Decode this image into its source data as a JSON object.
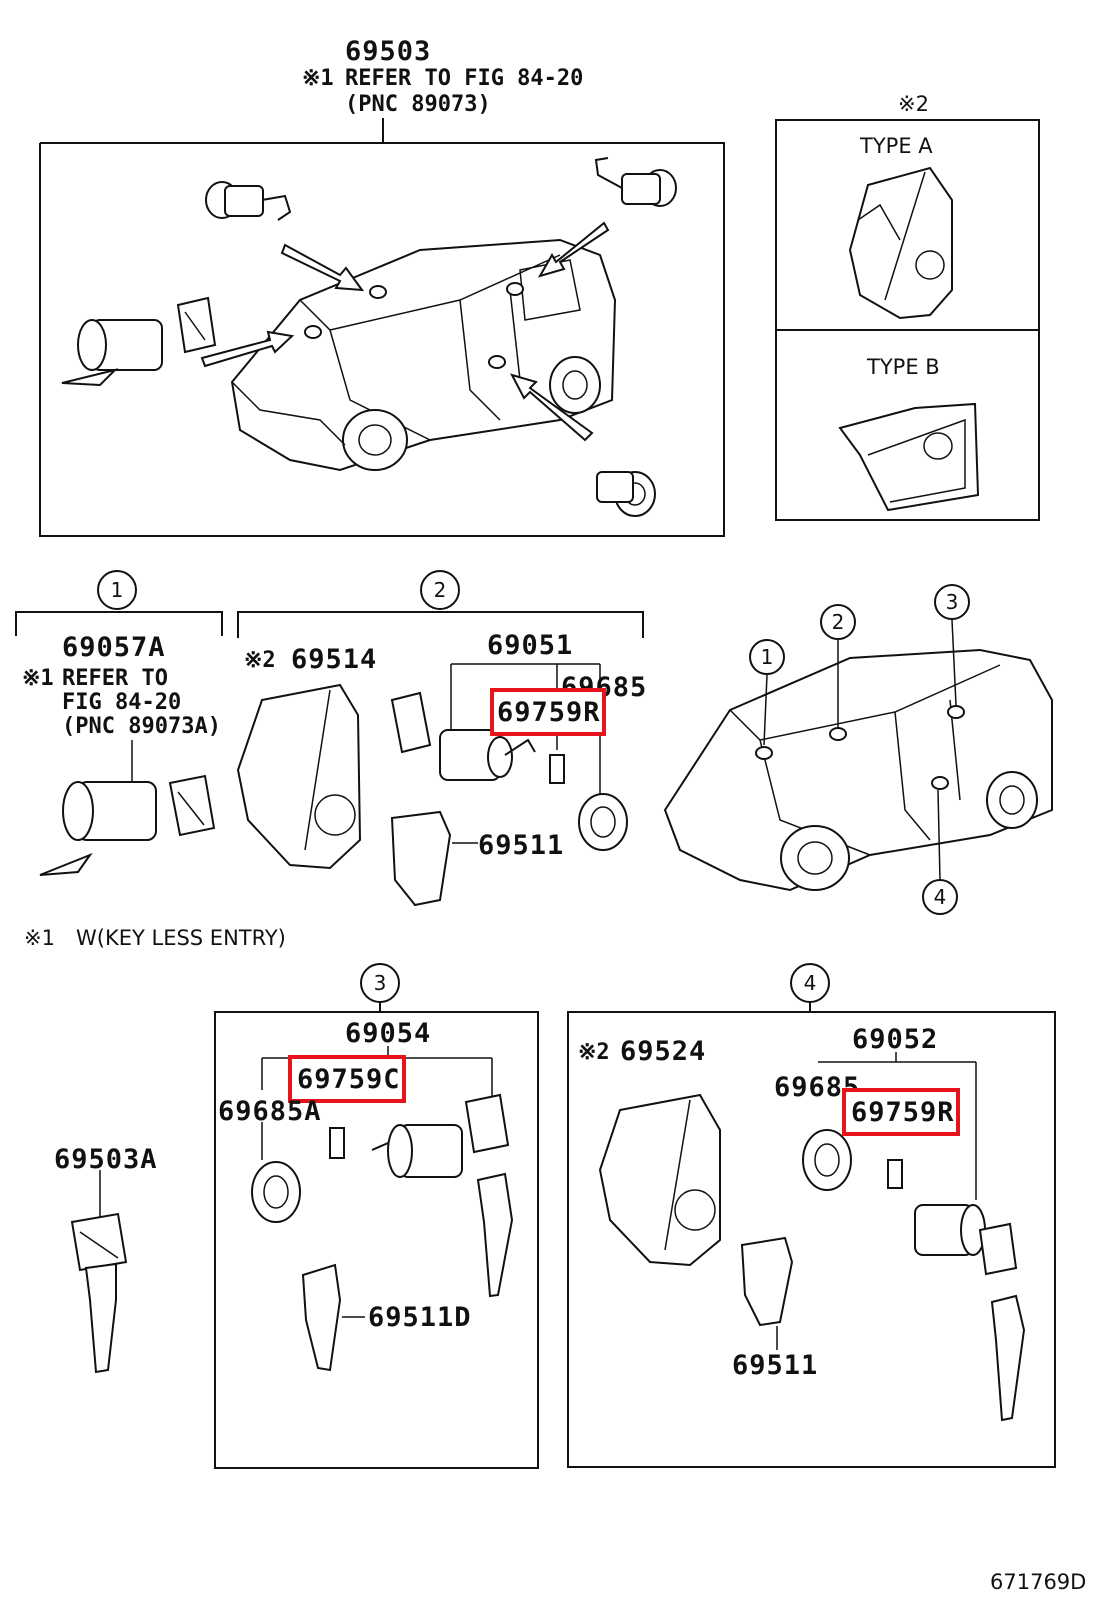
{
  "top": {
    "part": "69503",
    "refer_mark": "※1",
    "refer_line": "REFER TO FIG 84-20",
    "pnc": "(PNC 89073)"
  },
  "types": {
    "mark": "※2",
    "type_a": "TYPE A",
    "type_b": "TYPE B"
  },
  "section1": {
    "num": "1",
    "part": "69057A",
    "refer_mark": "※1",
    "refer_line1": "REFER TO",
    "refer_line2": "FIG 84-20",
    "pnc": "(PNC 89073A)"
  },
  "section2": {
    "num": "2",
    "mark": "※2",
    "part_69514": "69514",
    "part_69051": "69051",
    "part_69685": "69685",
    "part_69759r": "69759R",
    "part_69511": "69511"
  },
  "car_callouts": [
    "1",
    "2",
    "3",
    "4"
  ],
  "footnote": {
    "mark": "※1",
    "text": "W(KEY LESS ENTRY)"
  },
  "section3": {
    "num": "3",
    "part_69054": "69054",
    "part_69759c": "69759C",
    "part_69685a": "69685A",
    "part_69511d": "69511D"
  },
  "key_part": "69503A",
  "section4": {
    "num": "4",
    "mark": "※2",
    "part_69524": "69524",
    "part_69052": "69052",
    "part_69685": "69685",
    "part_69759r": "69759R",
    "part_69511": "69511"
  },
  "highlight_color": "#e8141c",
  "figure_code": "671769D"
}
